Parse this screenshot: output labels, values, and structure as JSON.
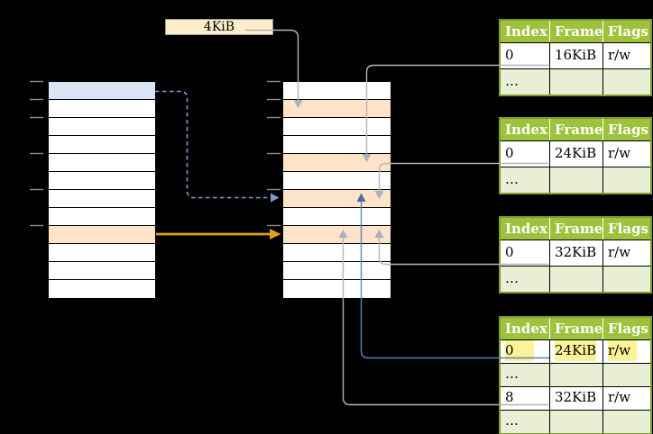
{
  "page_size_box": {
    "label": "4KiB"
  },
  "memory_columns": {
    "virtual": {
      "row_variants": [
        "blue",
        "plain",
        "plain",
        "plain",
        "plain",
        "plain",
        "plain",
        "plain",
        "orange",
        "plain",
        "plain",
        "plain"
      ]
    },
    "physical": {
      "row_variants": [
        "plain",
        "orange",
        "plain",
        "plain",
        "orange",
        "plain",
        "orange",
        "plain",
        "orange",
        "plain",
        "plain",
        "plain"
      ]
    }
  },
  "frame_tables": [
    {
      "name": "frame-table-16kib",
      "headers": [
        "Index",
        "Frame",
        "Flags"
      ],
      "rows": [
        {
          "cells": [
            "0",
            "16KiB",
            "r/w"
          ],
          "variant": "data",
          "highlight": false
        },
        {
          "cells": [
            "…",
            "",
            ""
          ],
          "variant": "ellipsis",
          "highlight": false
        }
      ]
    },
    {
      "name": "frame-table-24kib",
      "headers": [
        "Index",
        "Frame",
        "Flags"
      ],
      "rows": [
        {
          "cells": [
            "0",
            "24KiB",
            "r/w"
          ],
          "variant": "data",
          "highlight": false
        },
        {
          "cells": [
            "…",
            "",
            ""
          ],
          "variant": "ellipsis",
          "highlight": false
        }
      ]
    },
    {
      "name": "frame-table-32kib",
      "headers": [
        "Index",
        "Frame",
        "Flags"
      ],
      "rows": [
        {
          "cells": [
            "0",
            "32KiB",
            "r/w"
          ],
          "variant": "data",
          "highlight": false
        },
        {
          "cells": [
            "…",
            "",
            ""
          ],
          "variant": "ellipsis",
          "highlight": false
        }
      ]
    },
    {
      "name": "frame-table-mixed",
      "headers": [
        "Index",
        "Frame",
        "Flags"
      ],
      "rows": [
        {
          "cells": [
            "0",
            "24KiB",
            "r/w"
          ],
          "variant": "data",
          "highlight": true
        },
        {
          "cells": [
            "…",
            "",
            ""
          ],
          "variant": "ellipsis",
          "highlight": false
        },
        {
          "cells": [
            "8",
            "32KiB",
            "r/w"
          ],
          "variant": "data",
          "highlight": false
        },
        {
          "cells": [
            "…",
            "",
            ""
          ],
          "variant": "ellipsis",
          "highlight": false
        }
      ]
    }
  ],
  "connectors": [
    {
      "from": "page-size-box",
      "to": "physical-row-1",
      "style": "gray"
    },
    {
      "from": "frame-table-16kib-row-0",
      "to": "physical-row-4",
      "style": "gray"
    },
    {
      "from": "frame-table-24kib-row-0",
      "to": "physical-row-6",
      "style": "gray"
    },
    {
      "from": "frame-table-32kib-row-0",
      "to": "physical-row-8",
      "style": "gray"
    },
    {
      "from": "frame-table-mixed-row-0",
      "to": "physical-row-6",
      "style": "blue-solid"
    },
    {
      "from": "frame-table-mixed-row-2",
      "to": "physical-row-8",
      "style": "gray"
    },
    {
      "from": "virtual-row-0",
      "to": "physical-row-6",
      "style": "blue-dashed"
    },
    {
      "from": "virtual-row-8",
      "to": "physical-row-8",
      "style": "orange"
    }
  ],
  "colors": {
    "header_green": "#9ec23b",
    "table_border_olive": "#7f9b28",
    "ellipsis_row_green": "#e9efd5",
    "orange_cell": "#fde3c7",
    "blue_cell": "#d9e4f4",
    "highlight_yellow": "#fcf297",
    "box_cream": "#fdeecb",
    "gray_line": "#b5b5b5",
    "gray_arrow": "#a9b0bf",
    "blue_line": "#5b82be",
    "blue_dashed": "#7f9dd0",
    "orange_arrow": "#dda01e",
    "tick_gray": "#8c8c8c",
    "background": "#000000"
  }
}
